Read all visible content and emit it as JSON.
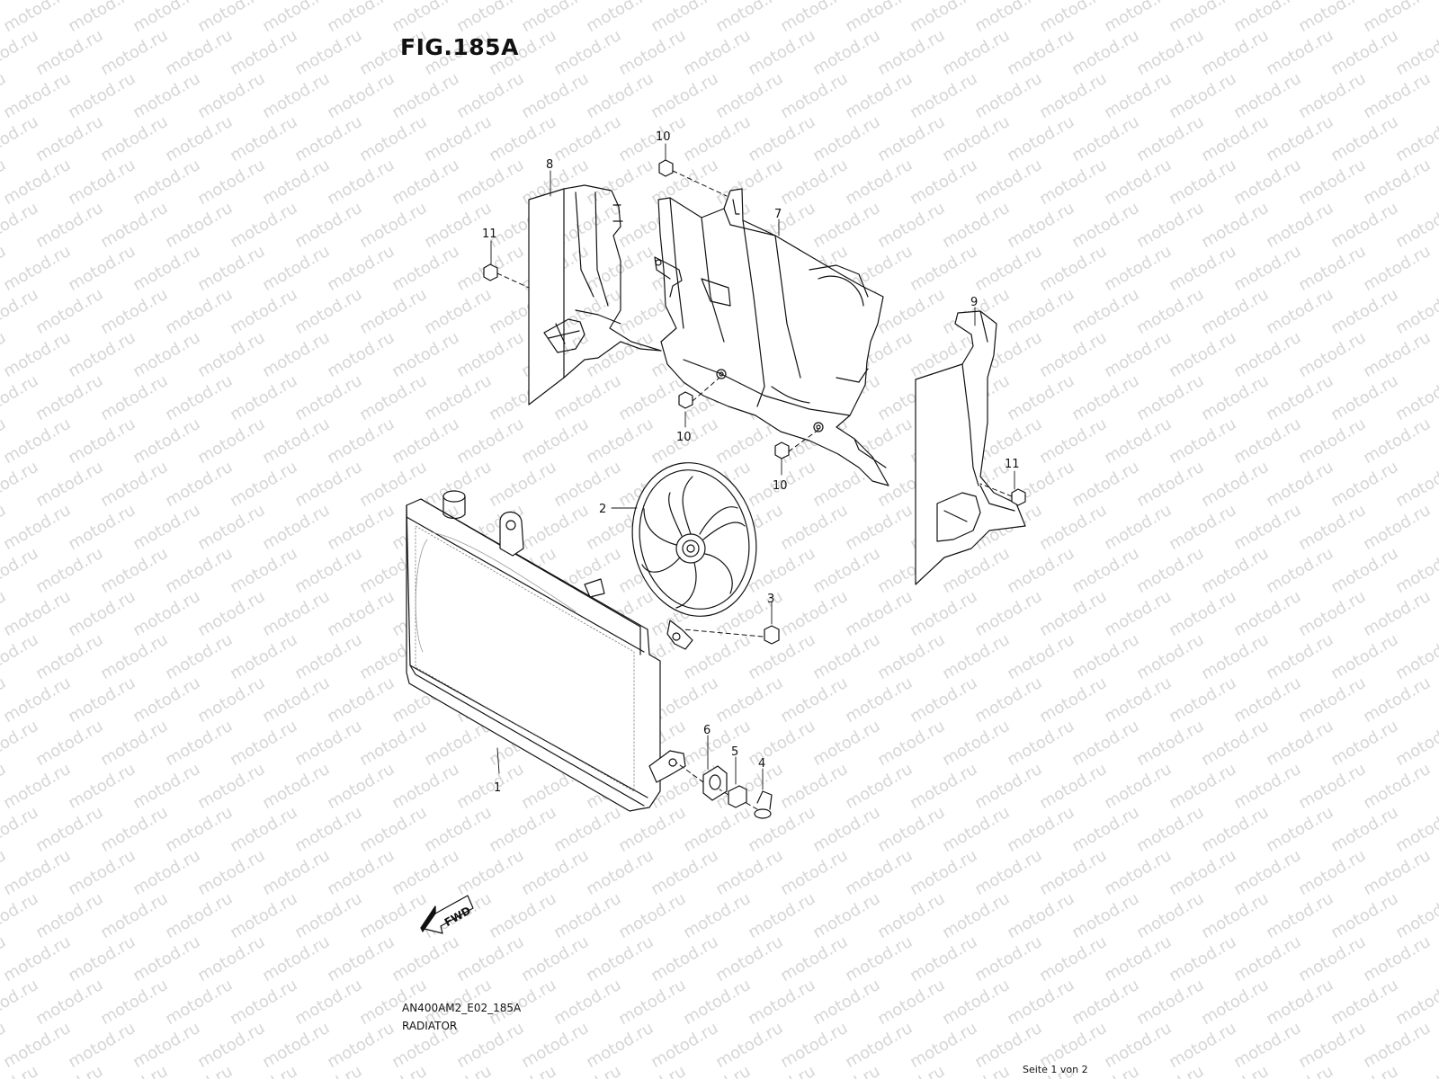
{
  "figure": {
    "title": "FIG.185A",
    "diagram_code": "AN400AM2_E02_185A",
    "diagram_name": "RADIATOR",
    "page_indicator": "Seite 1 von 2",
    "direction_label": "FWD",
    "watermark_text": "motod.ru"
  },
  "callouts": [
    {
      "id": "callout-1",
      "label": "1"
    },
    {
      "id": "callout-2",
      "label": "2"
    },
    {
      "id": "callout-3",
      "label": "3"
    },
    {
      "id": "callout-4",
      "label": "4"
    },
    {
      "id": "callout-5",
      "label": "5"
    },
    {
      "id": "callout-6",
      "label": "6"
    },
    {
      "id": "callout-7",
      "label": "7"
    },
    {
      "id": "callout-8",
      "label": "8"
    },
    {
      "id": "callout-9",
      "label": "9"
    },
    {
      "id": "callout-10a",
      "label": "10"
    },
    {
      "id": "callout-10b",
      "label": "10"
    },
    {
      "id": "callout-10c",
      "label": "10"
    },
    {
      "id": "callout-11a",
      "label": "11"
    },
    {
      "id": "callout-11b",
      "label": "11"
    }
  ],
  "colors": {
    "line": "#111111",
    "watermark": "#d6d6d6"
  }
}
